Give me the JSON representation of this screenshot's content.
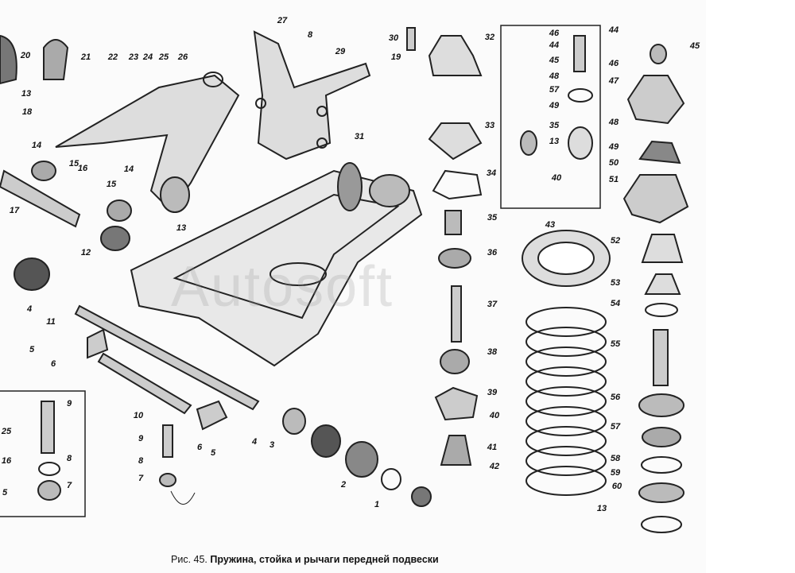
{
  "figure": {
    "prefix": "Рис. 45.",
    "title": "Пружина, стойка и рычаги передней подвески"
  },
  "watermark": "Autosoft",
  "part_labels": [
    "20",
    "13",
    "18",
    "21",
    "22",
    "23",
    "24",
    "25",
    "26",
    "27",
    "8",
    "29",
    "30",
    "19",
    "32",
    "46",
    "44",
    "45",
    "48",
    "57",
    "49",
    "35",
    "13",
    "40",
    "44",
    "45",
    "46",
    "47",
    "48",
    "49",
    "50",
    "51",
    "31",
    "33",
    "34",
    "14",
    "15",
    "16",
    "14",
    "15",
    "17",
    "13",
    "12",
    "35",
    "36",
    "37",
    "38",
    "39",
    "40",
    "41",
    "42",
    "43",
    "52",
    "53",
    "54",
    "55",
    "56",
    "57",
    "58",
    "59",
    "60",
    "13",
    "4",
    "11",
    "5",
    "6",
    "9",
    "25",
    "16",
    "5",
    "8",
    "7",
    "10",
    "9",
    "8",
    "7",
    "6",
    "5",
    "4",
    "3",
    "2",
    "1"
  ]
}
